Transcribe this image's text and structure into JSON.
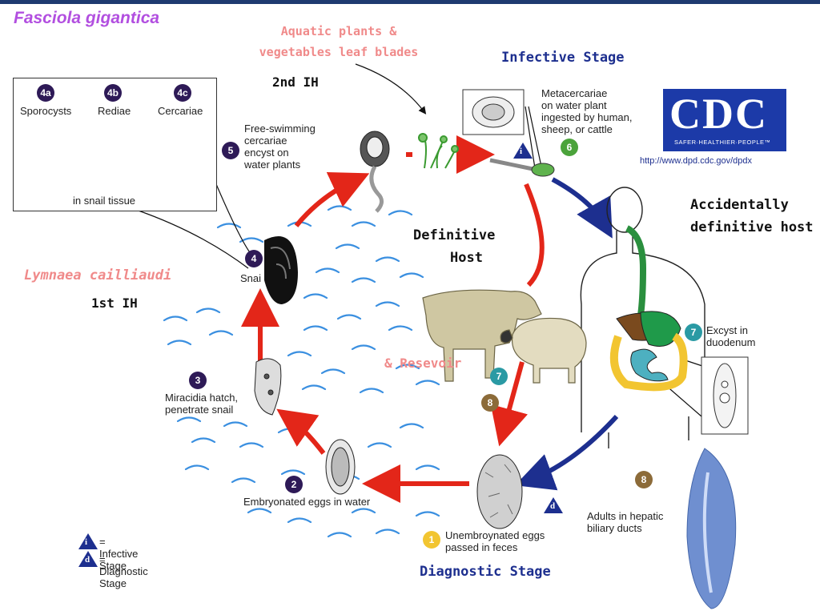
{
  "title": "Fasciola gigantica",
  "labels": {
    "aquatic_line1": "Aquatic plants &",
    "aquatic_line2": "vegetables leaf blades",
    "second_ih": "2nd IH",
    "first_ih": "1st IH",
    "infective_stage": "Infective Stage",
    "diagnostic_stage": "Diagnostic Stage",
    "definitive_host_line1": "Definitive",
    "definitive_host_line2": "Host",
    "accidental_line1": "Accidentally",
    "accidental_line2": "definitive host",
    "snail_species": "Lymnaea cailliaudi",
    "reservoir": "& Resevoir"
  },
  "inset": {
    "stages": [
      {
        "num": "4a",
        "label": "Sporocysts"
      },
      {
        "num": "4b",
        "label": "Rediae"
      },
      {
        "num": "4c",
        "label": "Cercariae"
      }
    ],
    "caption": "in snail tissue"
  },
  "steps": {
    "s1": {
      "num": "1",
      "text_line1": "Unembroynated eggs",
      "text_line2": "passed in feces"
    },
    "s2": {
      "num": "2",
      "text": "Embryonated eggs in water"
    },
    "s3": {
      "num": "3",
      "text_line1": "Miracidia hatch,",
      "text_line2": "penetrate snail"
    },
    "s4": {
      "num": "4",
      "text": "Snai"
    },
    "s5": {
      "num": "5",
      "text_line1": "Free-swimming",
      "text_line2": "cercariae",
      "text_line3": "encyst on",
      "text_line4": "water plants"
    },
    "s6": {
      "num": "6",
      "text_line1": "Metacercariae",
      "text_line2": "on water plant",
      "text_line3": "ingested by human,",
      "text_line4": "sheep, or cattle"
    },
    "s7a": {
      "num": "7",
      "text_line1": "Excyst in",
      "text_line2": "duodenum"
    },
    "s7b": {
      "num": "7"
    },
    "s8a": {
      "num": "8"
    },
    "s8b": {
      "num": "8",
      "text_line1": "Adults in hepatic",
      "text_line2": "biliary ducts"
    }
  },
  "markers": {
    "infective": "i",
    "diagnostic": "d"
  },
  "legend": [
    {
      "marker": "i",
      "text": "= Infective Stage"
    },
    {
      "marker": "d",
      "text": "= Diagnostic Stage"
    }
  ],
  "cdc": {
    "logo": "CDC",
    "tagline": "SAFER·HEALTHIER·PEOPLE™",
    "url": "http://www.dpd.cdc.gov/dpdx"
  },
  "colors": {
    "arrow_red": "#e32619",
    "arrow_blue": "#1d2f8f",
    "water": "#3a8fe0",
    "title": "#b24fe0",
    "pink": "#f08a8a"
  }
}
